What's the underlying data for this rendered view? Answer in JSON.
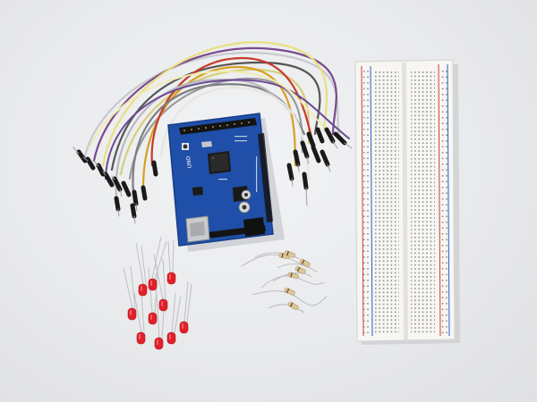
{
  "photo": {
    "background_color": "#e9eaec",
    "objects": [
      {
        "name": "jumper-wires",
        "count_visible": 20
      },
      {
        "name": "arduino-uno-board",
        "board_color": "#1f4fa8",
        "printed_marks": [
          "UNO"
        ]
      },
      {
        "name": "breadboard",
        "rail_colors": [
          "#d23b3b",
          "#2a5fc9"
        ]
      },
      {
        "name": "red-leds",
        "count_visible": 10,
        "color": "#e0202a"
      },
      {
        "name": "resistors",
        "count_visible": 7
      }
    ]
  }
}
